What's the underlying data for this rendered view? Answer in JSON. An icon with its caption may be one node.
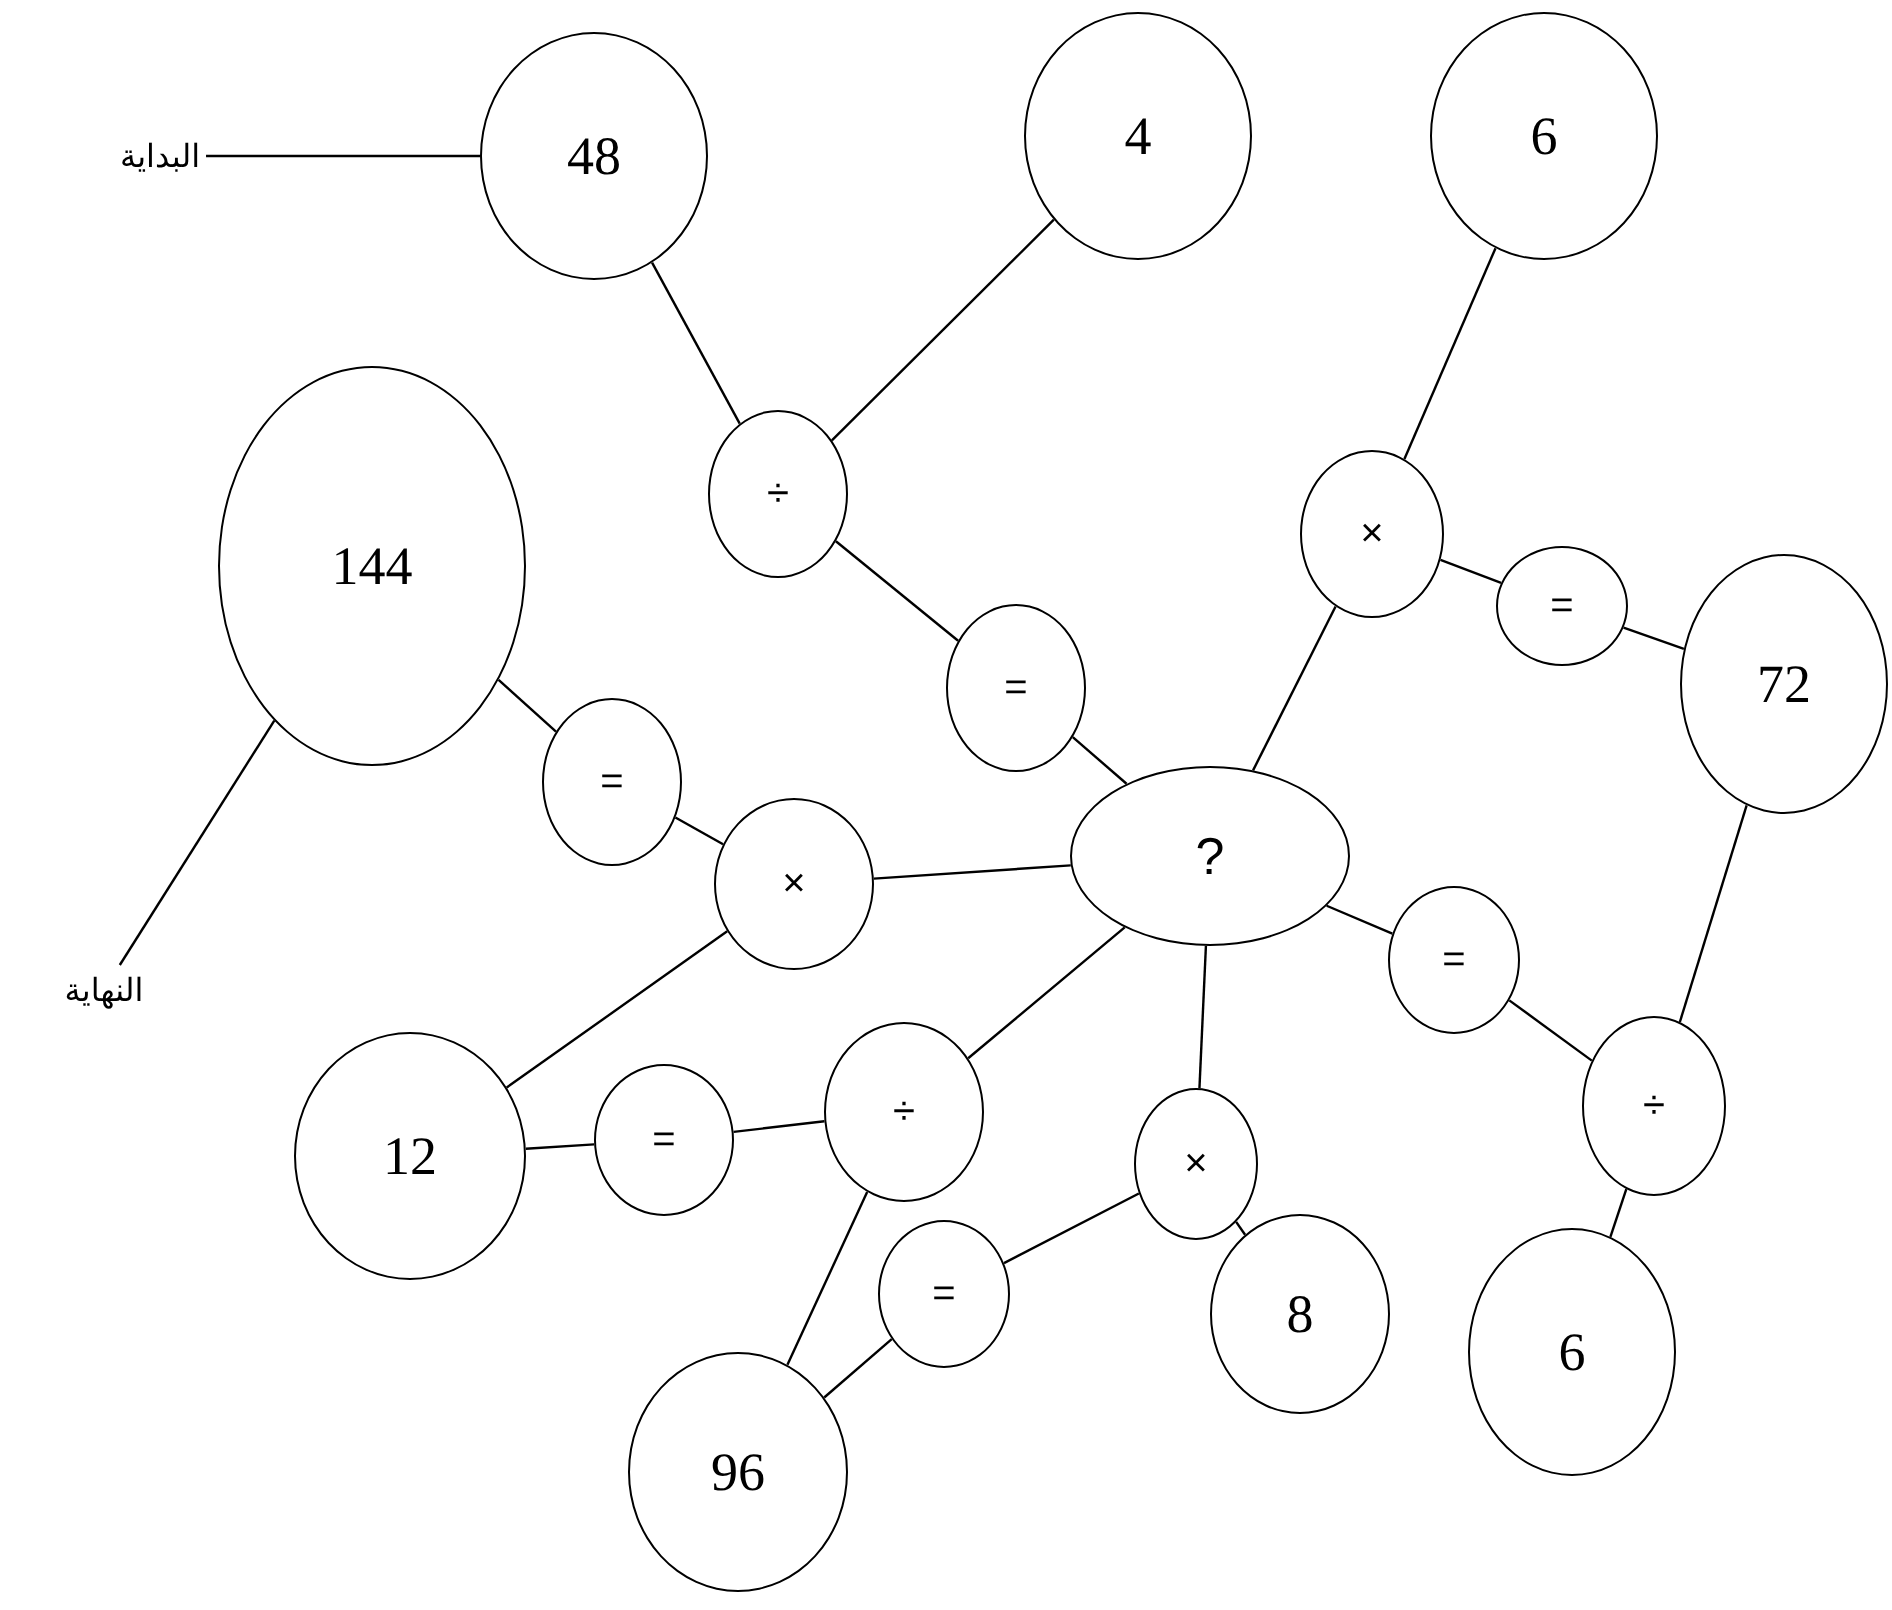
{
  "diagram": {
    "nodes": [
      {
        "text": [
          "48"
        ]
      },
      {
        "text": [
          "4"
        ]
      },
      {
        "text": [
          "6"
        ]
      },
      {
        "text": [
          "144"
        ]
      },
      {
        "text": [
          "÷"
        ]
      },
      {
        "text": [
          "×"
        ]
      },
      {
        "text": [
          "="
        ]
      },
      {
        "text": [
          "72"
        ]
      },
      {
        "text": [
          "="
        ]
      },
      {
        "text": [
          "="
        ]
      },
      {
        "text": [
          "?"
        ]
      },
      {
        "text": [
          "×"
        ]
      },
      {
        "text": [
          "="
        ]
      },
      {
        "text": [
          "12"
        ]
      },
      {
        "text": [
          "="
        ]
      },
      {
        "text": [
          "÷"
        ]
      },
      {
        "text": [
          "×"
        ]
      },
      {
        "text": [
          "÷"
        ]
      },
      {
        "text": [
          "="
        ]
      },
      {
        "text": [
          "8"
        ]
      },
      {
        "text": [
          "6"
        ]
      },
      {
        "text": [
          "96"
        ]
      },
      {
        "text": [
          "البداية"
        ]
      },
      {
        "text": [
          "النهاية"
        ]
      }
    ],
    "edges": [
      {
        "from": 22,
        "to": 0,
        "arrow": "none"
      },
      {
        "from": 0,
        "to": 4,
        "arrow": "none"
      },
      {
        "from": 1,
        "to": 4,
        "arrow": "none"
      },
      {
        "from": 4,
        "to": 8,
        "arrow": "none"
      },
      {
        "from": 8,
        "to": 10,
        "arrow": "none"
      },
      {
        "from": 2,
        "to": 5,
        "arrow": "none"
      },
      {
        "from": 5,
        "to": 10,
        "arrow": "none"
      },
      {
        "from": 5,
        "to": 6,
        "arrow": "none"
      },
      {
        "from": 6,
        "to": 7,
        "arrow": "none"
      },
      {
        "from": 7,
        "to": 17,
        "arrow": "none"
      },
      {
        "from": 17,
        "to": 20,
        "arrow": "none"
      },
      {
        "from": 10,
        "to": 12,
        "arrow": "none"
      },
      {
        "from": 12,
        "to": 17,
        "arrow": "none"
      },
      {
        "from": 10,
        "to": 16,
        "arrow": "none"
      },
      {
        "from": 16,
        "to": 19,
        "arrow": "none"
      },
      {
        "from": 16,
        "to": 18,
        "arrow": "none"
      },
      {
        "from": 18,
        "to": 21,
        "arrow": "none"
      },
      {
        "from": 21,
        "to": 15,
        "arrow": "none"
      },
      {
        "from": 15,
        "to": 10,
        "arrow": "none"
      },
      {
        "from": 15,
        "to": 14,
        "arrow": "none"
      },
      {
        "from": 14,
        "to": 13,
        "arrow": "none"
      },
      {
        "from": 13,
        "to": 11,
        "arrow": "none"
      },
      {
        "from": 11,
        "to": 10,
        "arrow": "none"
      },
      {
        "from": 11,
        "to": 9,
        "arrow": "none"
      },
      {
        "from": 9,
        "to": 3,
        "arrow": "none"
      },
      {
        "from": 3,
        "to": 23,
        "arrow": "none"
      }
    ]
  }
}
